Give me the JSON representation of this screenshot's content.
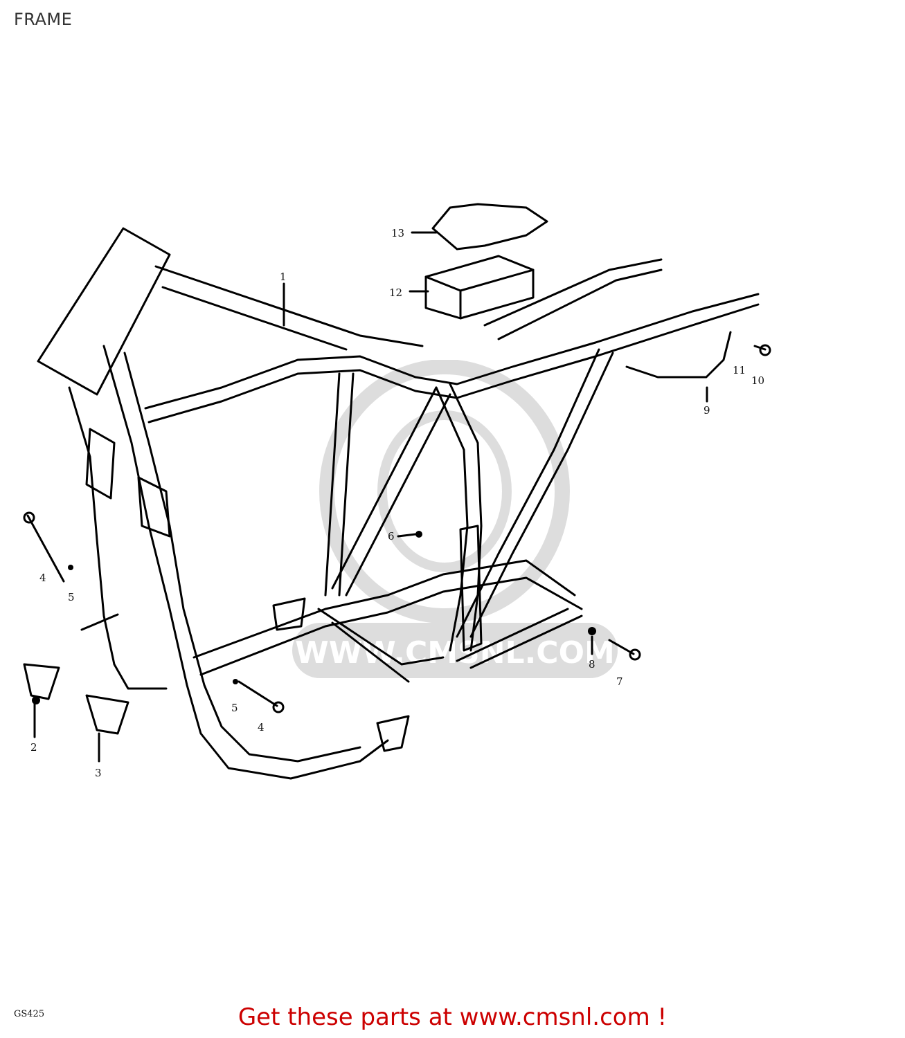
{
  "header": {
    "title": "FRAME"
  },
  "diagram": {
    "callouts": [
      "1",
      "2",
      "3",
      "4",
      "5",
      "6",
      "7",
      "8",
      "9",
      "10",
      "11",
      "12",
      "13"
    ],
    "drawing_code": "GS425"
  },
  "watermark": {
    "text": "WWW.CMSNL.COM"
  },
  "footer": {
    "cta_text": "Get these parts at www.cmsnl.com !",
    "cta_color": "#cc0000"
  }
}
